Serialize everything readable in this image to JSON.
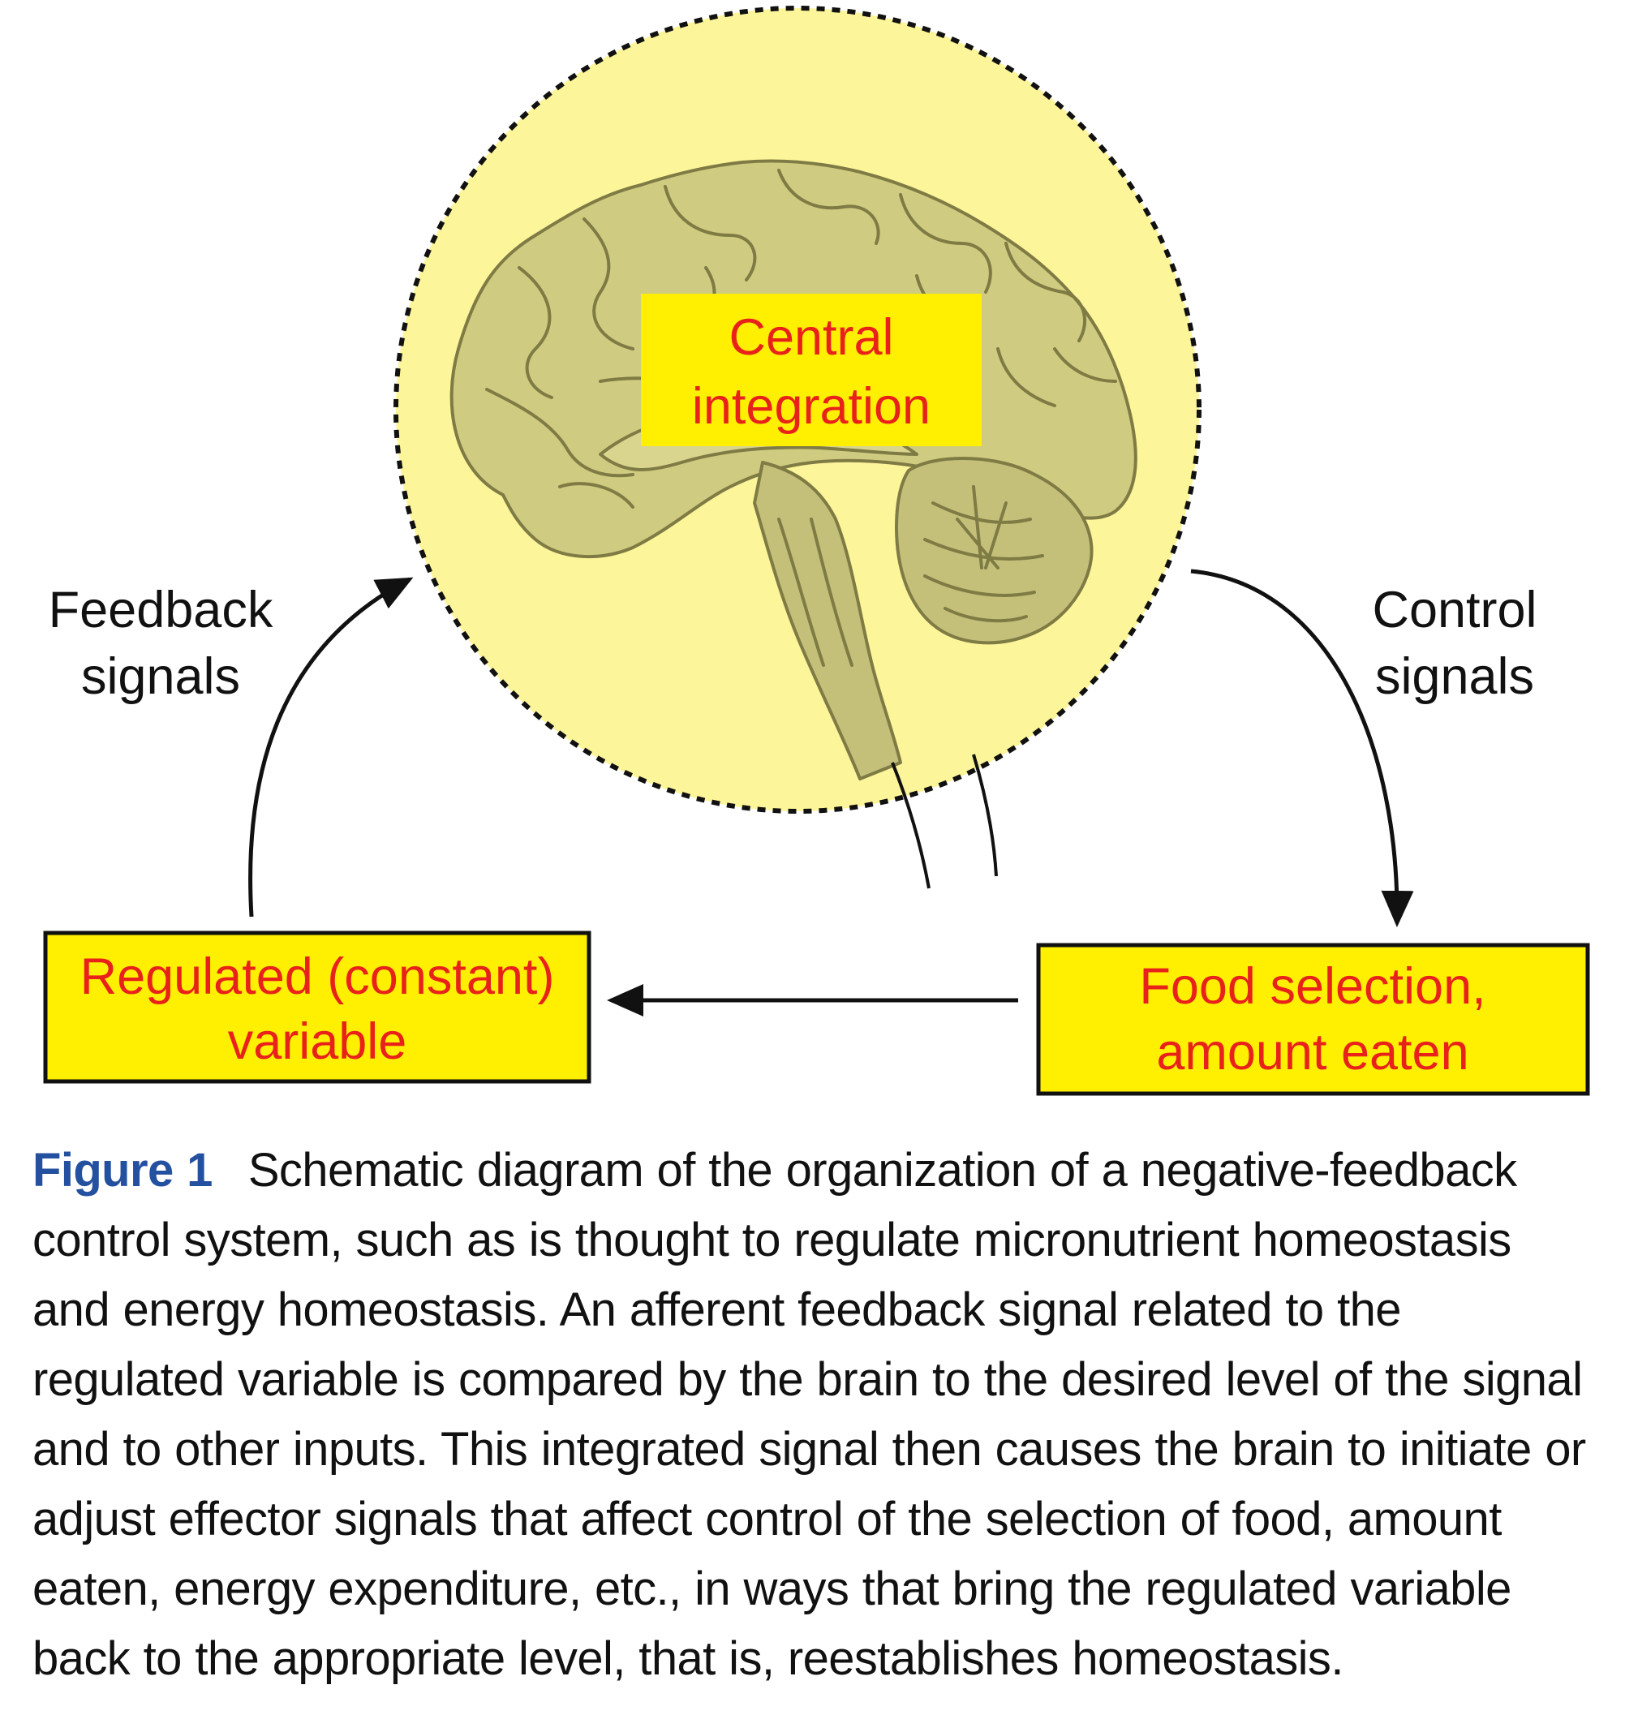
{
  "diagram": {
    "center_box": {
      "line1": "Central",
      "line2": "integration"
    },
    "feedback_label": {
      "line1": "Feedback",
      "line2": "signals"
    },
    "control_label": {
      "line1": "Control",
      "line2": "signals"
    },
    "regulated_box": {
      "line1": "Regulated (constant)",
      "line2": "variable"
    },
    "food_box": {
      "line1": "Food selection,",
      "line2": "amount eaten"
    },
    "brain_icon": "brain-icon"
  },
  "caption": {
    "label": "Figure 1",
    "text": "Schematic diagram of the organization of a negative-feedback control system, such as is thought to regulate micronutrient homeostasis and energy homeostasis. An afferent feedback signal related to the regulated variable is compared by the brain to the desired level of the signal and to other inputs. This integrated signal then causes the brain to initiate or adjust effector signals that affect control of the selection of food, amount eaten, energy expenditure, etc., in ways that bring the regulated variable back to the appropriate level, that is, reestablishes homeostasis."
  },
  "colors": {
    "circle_fill": "#fcf59a",
    "brain_fill": "#cfcb80",
    "brain_stroke": "#7f7b44",
    "box_fill": "#fef000",
    "label_red": "#e8221b",
    "caption_label": "#2450a0"
  }
}
